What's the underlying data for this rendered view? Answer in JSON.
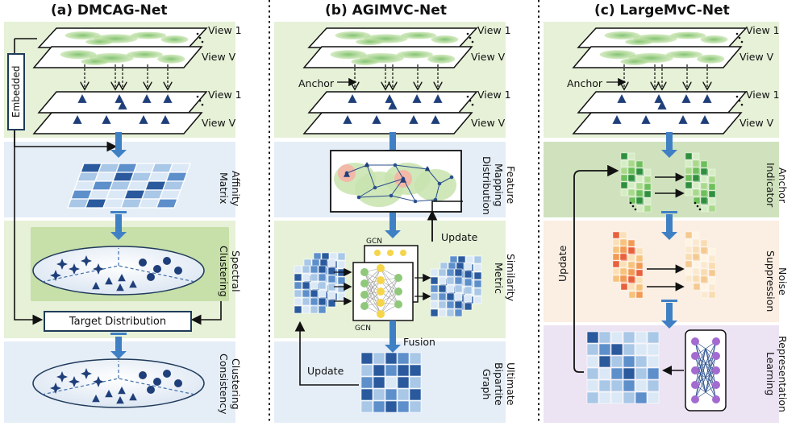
{
  "panels": {
    "a": {
      "title": "(a) DMCAG-Net",
      "view_top": "View 1",
      "view_bottom": "View V",
      "view_top2": "View 1",
      "view_bottom2": "View V",
      "embedded": "Embedded",
      "affinity": [
        "Affinity",
        "Matrix"
      ],
      "spectral": [
        "Spectral",
        "Clustering"
      ],
      "target": "Target Distribution",
      "consistency": [
        "Clustering",
        "Consistency"
      ]
    },
    "b": {
      "title": "(b) AGIMVC-Net",
      "view_top": "View 1",
      "view_bottom": "View V",
      "view_top2": "View 1",
      "view_bottom2": "View V",
      "anchor": "Anchor",
      "feature": [
        "Feature",
        "Mapping",
        "Distribution"
      ],
      "update_top": "Update",
      "gcn_top": "GCN",
      "gcn_bottom": "GCN",
      "similarity": [
        "Similarity",
        "Metric"
      ],
      "fusion": "Fusion",
      "update_bottom": "Update",
      "ultimate": [
        "Ultimate",
        "Bipartite",
        "Graph"
      ]
    },
    "c": {
      "title": "(c) LargeMvC-Net",
      "view_top": "View 1",
      "view_bottom": "View V",
      "view_top2": "View 1",
      "view_bottom2": "View V",
      "anchor": "Anchor",
      "anchor_ind": [
        "Anchor",
        "Indicator"
      ],
      "update": "Update",
      "noise": [
        "Noise",
        "Suppression"
      ],
      "representation": [
        "Representation",
        "Learning"
      ]
    }
  },
  "colors": {
    "green_band": "#e6f1d8",
    "blue_band": "#e5eef7",
    "spectral_box": "#c7dfa9",
    "orange_band": "#fbeee2",
    "purple_band": "#ece3f3",
    "arrow_blue": "#3f80c5",
    "triangle": "#1f3f7a"
  }
}
